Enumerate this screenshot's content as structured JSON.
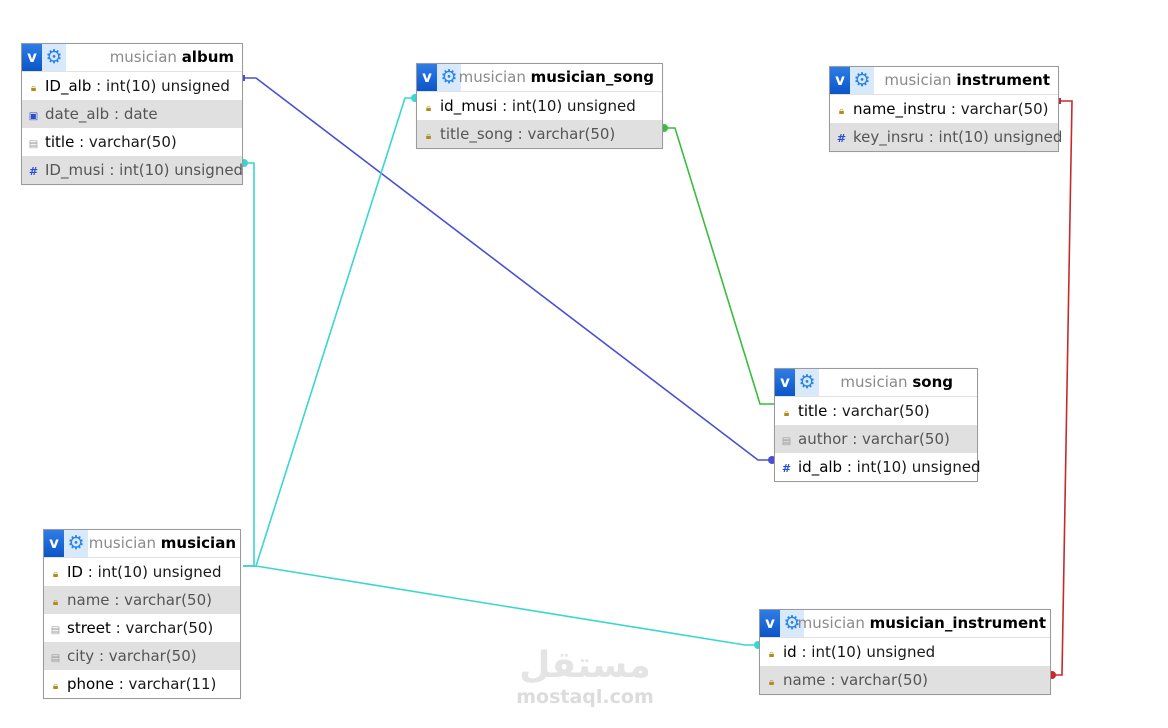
{
  "colors": {
    "album_song": "#4a4fd4",
    "musician_links": "#3ad6cf",
    "song_link": "#3cbc3c",
    "instrument_link": "#c62b2b"
  },
  "tables": {
    "album": {
      "db": "musician",
      "name": "album",
      "rows": [
        {
          "field": "ID_alb",
          "type": ": int(10) unsigned",
          "icon": "key-icon"
        },
        {
          "field": "date_alb",
          "type": ": date",
          "icon": "date-icon"
        },
        {
          "field": "title",
          "type": ": varchar(50)",
          "icon": "column-icon"
        },
        {
          "field": "ID_musi",
          "type": ": int(10) unsigned",
          "icon": "index-icon"
        }
      ]
    },
    "musician_song": {
      "db": "musician",
      "name": "musician_song",
      "rows": [
        {
          "field": "id_musi",
          "type": ": int(10) unsigned",
          "icon": "key-icon"
        },
        {
          "field": "title_song",
          "type": ": varchar(50)",
          "icon": "key-icon"
        }
      ]
    },
    "instrument": {
      "db": "musician",
      "name": "instrument",
      "rows": [
        {
          "field": "name_instru",
          "type": ": varchar(50)",
          "icon": "key-icon"
        },
        {
          "field": "key_insru",
          "type": ": int(10) unsigned",
          "icon": "index-icon"
        }
      ]
    },
    "song": {
      "db": "musician",
      "name": "song",
      "rows": [
        {
          "field": "title",
          "type": ": varchar(50)",
          "icon": "key-icon"
        },
        {
          "field": "author",
          "type": ": varchar(50)",
          "icon": "column-icon"
        },
        {
          "field": "id_alb",
          "type": ": int(10) unsigned",
          "icon": "index-icon"
        }
      ]
    },
    "musician": {
      "db": "musician",
      "name": "musician",
      "rows": [
        {
          "field": "ID",
          "type": ": int(10) unsigned",
          "icon": "key-icon"
        },
        {
          "field": "name",
          "type": ": varchar(50)",
          "icon": "key-icon"
        },
        {
          "field": "street",
          "type": ": varchar(50)",
          "icon": "column-icon"
        },
        {
          "field": "city",
          "type": ": varchar(50)",
          "icon": "column-icon"
        },
        {
          "field": "phone",
          "type": ": varchar(11)",
          "icon": "key-icon"
        }
      ]
    },
    "musician_instrument": {
      "db": "musician",
      "name": "musician_instrument",
      "rows": [
        {
          "field": "id",
          "type": ": int(10) unsigned",
          "icon": "key-icon"
        },
        {
          "field": "name",
          "type": ": varchar(50)",
          "icon": "key-icon"
        }
      ]
    }
  },
  "watermark": {
    "logo": "مستقل",
    "url": "mostaql.com"
  }
}
